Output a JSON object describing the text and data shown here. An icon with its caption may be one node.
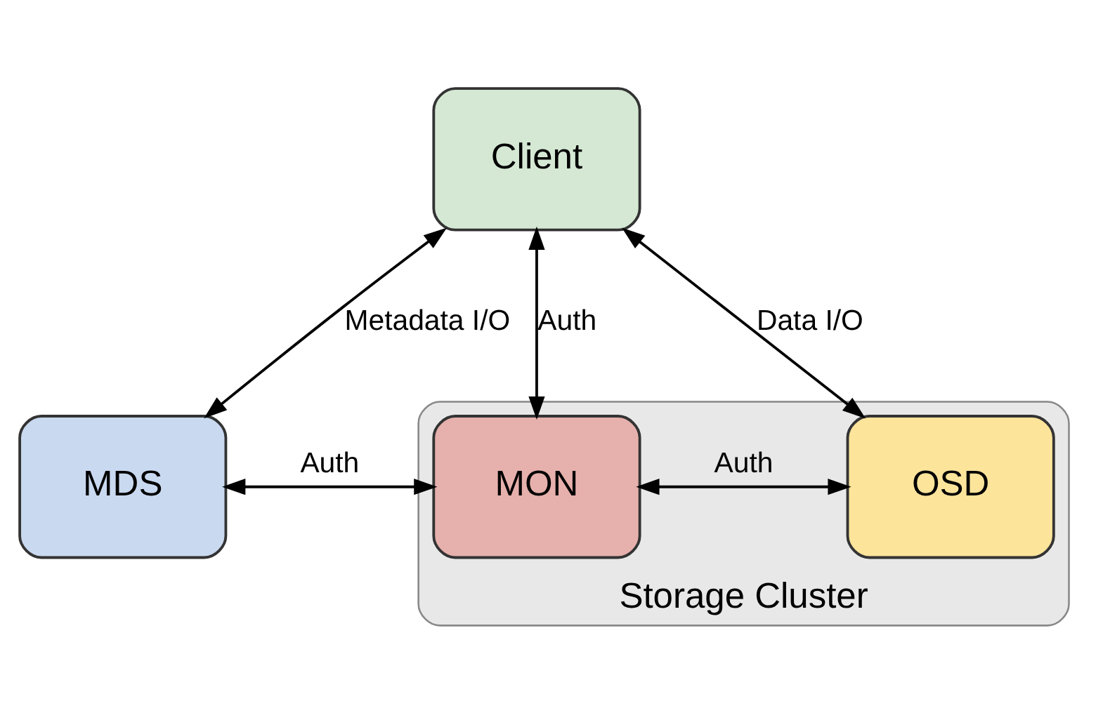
{
  "diagram": {
    "nodes": [
      {
        "text": [
          "Client"
        ]
      },
      {
        "text": [
          "MDS"
        ]
      },
      {
        "text": [
          "Storage Cluster"
        ]
      },
      {
        "text": [
          "MON"
        ],
        "in": 2
      },
      {
        "text": [
          "OSD"
        ],
        "in": 2
      }
    ],
    "edges": [
      {
        "from": 0,
        "to": 1,
        "arrow": "both",
        "label": "Metadata I/O"
      },
      {
        "from": 0,
        "to": 3,
        "arrow": "both",
        "label": "Auth"
      },
      {
        "from": 0,
        "to": 4,
        "arrow": "both",
        "label": "Data I/O"
      },
      {
        "from": 1,
        "to": 3,
        "arrow": "both",
        "label": "Auth"
      },
      {
        "from": 3,
        "to": 4,
        "arrow": "both",
        "label": "Auth"
      }
    ]
  }
}
